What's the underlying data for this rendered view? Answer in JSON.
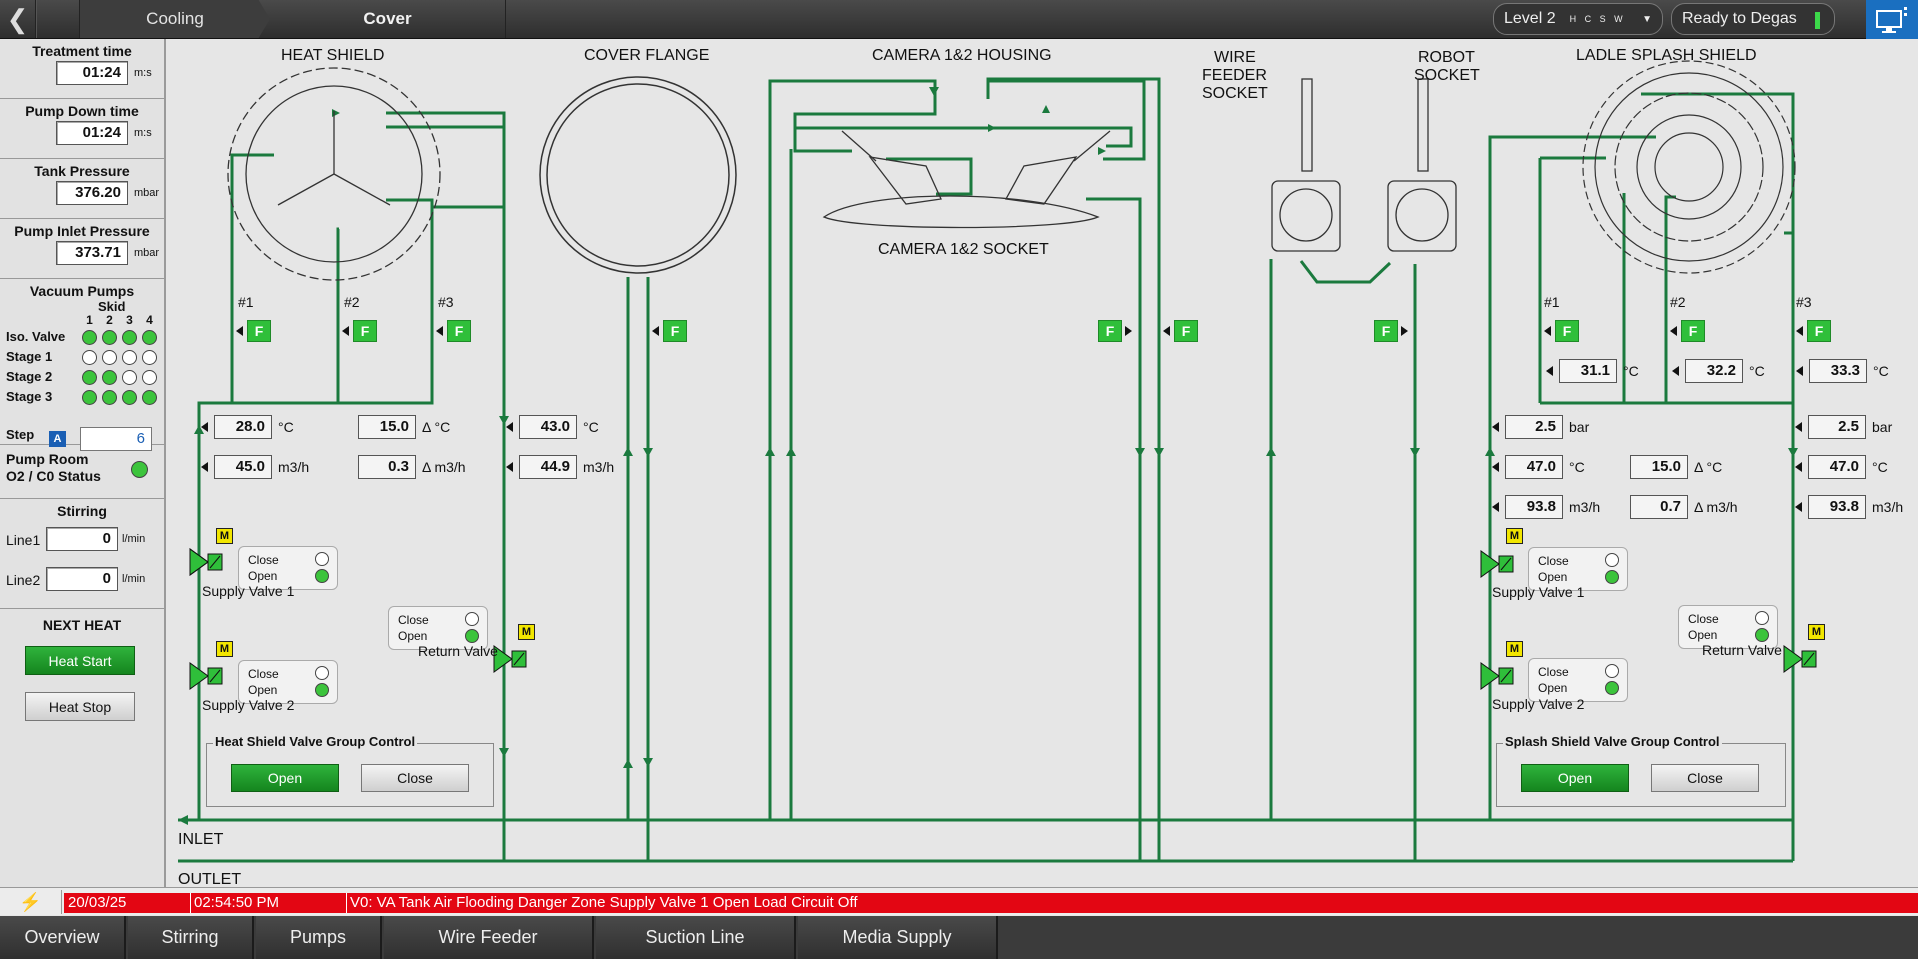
{
  "header": {
    "back_icon": "back-arrow-icon",
    "crumbs": [
      "Cooling",
      "Cover"
    ],
    "level": "Level 2",
    "level_letters": "H C S W",
    "ready": "Ready to Degas",
    "monitor_icon": "monitor-icon"
  },
  "sidebar": {
    "treatment_time": {
      "label": "Treatment time",
      "value": "01:24",
      "unit": "m:s"
    },
    "pump_down_time": {
      "label": "Pump Down time",
      "value": "01:24",
      "unit": "m:s"
    },
    "tank_pressure": {
      "label": "Tank Pressure",
      "value": "376.20",
      "unit": "mbar"
    },
    "pump_inlet_pressure": {
      "label": "Pump Inlet Pressure",
      "value": "373.71",
      "unit": "mbar"
    },
    "vacuum_pumps": {
      "title": "Vacuum Pumps",
      "skid": "Skid",
      "cols": [
        "1",
        "2",
        "3",
        "4"
      ],
      "rows": [
        {
          "label": "Iso. Valve",
          "states": [
            true,
            true,
            true,
            true
          ]
        },
        {
          "label": "Stage 1",
          "states": [
            false,
            false,
            false,
            false
          ]
        },
        {
          "label": "Stage 2",
          "states": [
            true,
            true,
            false,
            false
          ]
        },
        {
          "label": "Stage 3",
          "states": [
            true,
            true,
            true,
            true
          ]
        }
      ],
      "step_label": "Step",
      "step_mode": "A",
      "step_value": "6"
    },
    "pump_room": {
      "line1": "Pump Room",
      "line2": "O2 / C0 Status",
      "ok": true
    },
    "stirring": {
      "title": "Stirring",
      "line1": {
        "label": "Line1",
        "value": "0",
        "unit": "l/min"
      },
      "line2": {
        "label": "Line2",
        "value": "0",
        "unit": "l/min"
      }
    },
    "next_heat": {
      "title": "NEXT HEAT",
      "start": "Heat Start",
      "stop": "Heat Stop"
    }
  },
  "diagram": {
    "titles": {
      "heat_shield": "HEAT SHIELD",
      "cover_flange": "COVER FLANGE",
      "camera_housing": "CAMERA 1&2  HOUSING",
      "camera_socket": "CAMERA 1&2 SOCKET",
      "wire_feeder": [
        "WIRE",
        "FEEDER",
        "SOCKET"
      ],
      "robot": [
        "ROBOT",
        "SOCKET"
      ],
      "ladle": "LADLE SPLASH SHIELD",
      "inlet": "INLET",
      "outlet": "OUTLET"
    },
    "flow_badge": "F",
    "manual_badge": "M",
    "hash": [
      "#1",
      "#2",
      "#3"
    ],
    "heat_shield": {
      "in_temp": {
        "v": "28.0",
        "u": "°C"
      },
      "d_temp": {
        "v": "15.0",
        "u": "Δ °C"
      },
      "out_temp": {
        "v": "43.0",
        "u": "°C"
      },
      "in_flow": {
        "v": "45.0",
        "u": "m3/h"
      },
      "d_flow": {
        "v": "0.3",
        "u": "Δ m3/h"
      },
      "out_flow": {
        "v": "44.9",
        "u": "m3/h"
      },
      "supply1": "Supply Valve 1",
      "supply2": "Supply Valve 2",
      "return": "Return Valve",
      "close": "Close",
      "open": "Open",
      "group": {
        "title": "Heat Shield Valve Group Control",
        "open": "Open",
        "close": "Close"
      }
    },
    "ladle": {
      "t1": {
        "v": "31.1",
        "u": "°C"
      },
      "t2": {
        "v": "32.2",
        "u": "°C"
      },
      "t3": {
        "v": "33.3",
        "u": "°C"
      },
      "in_press": {
        "v": "2.5",
        "u": "bar"
      },
      "out_press": {
        "v": "2.5",
        "u": "bar"
      },
      "in_temp": {
        "v": "47.0",
        "u": "°C"
      },
      "d_temp": {
        "v": "15.0",
        "u": "Δ °C"
      },
      "out_temp": {
        "v": "47.0",
        "u": "°C"
      },
      "in_flow": {
        "v": "93.8",
        "u": "m3/h"
      },
      "d_flow": {
        "v": "0.7",
        "u": "Δ m3/h"
      },
      "out_flow": {
        "v": "93.8",
        "u": "m3/h"
      },
      "supply1": "Supply Valve 1",
      "supply2": "Supply Valve 2",
      "return": "Return Valve",
      "group": {
        "title": "Splash Shield Valve Group Control",
        "open": "Open",
        "close": "Close"
      }
    }
  },
  "alarm": {
    "icon": "lightning-icon",
    "date": "20/03/25",
    "time": "02:54:50 PM",
    "message": "V0: VA Tank Air Flooding Danger Zone Supply Valve 1 Open Load Circuit Off"
  },
  "tabs": [
    "Overview",
    "Stirring",
    "Pumps",
    "Wire Feeder",
    "Suction Line",
    "Media Supply"
  ],
  "colors": {
    "pipe": "#1b7a3e",
    "active": "#2fbf3a",
    "alarm": "#e30613",
    "accent": "#1a6fc0"
  }
}
